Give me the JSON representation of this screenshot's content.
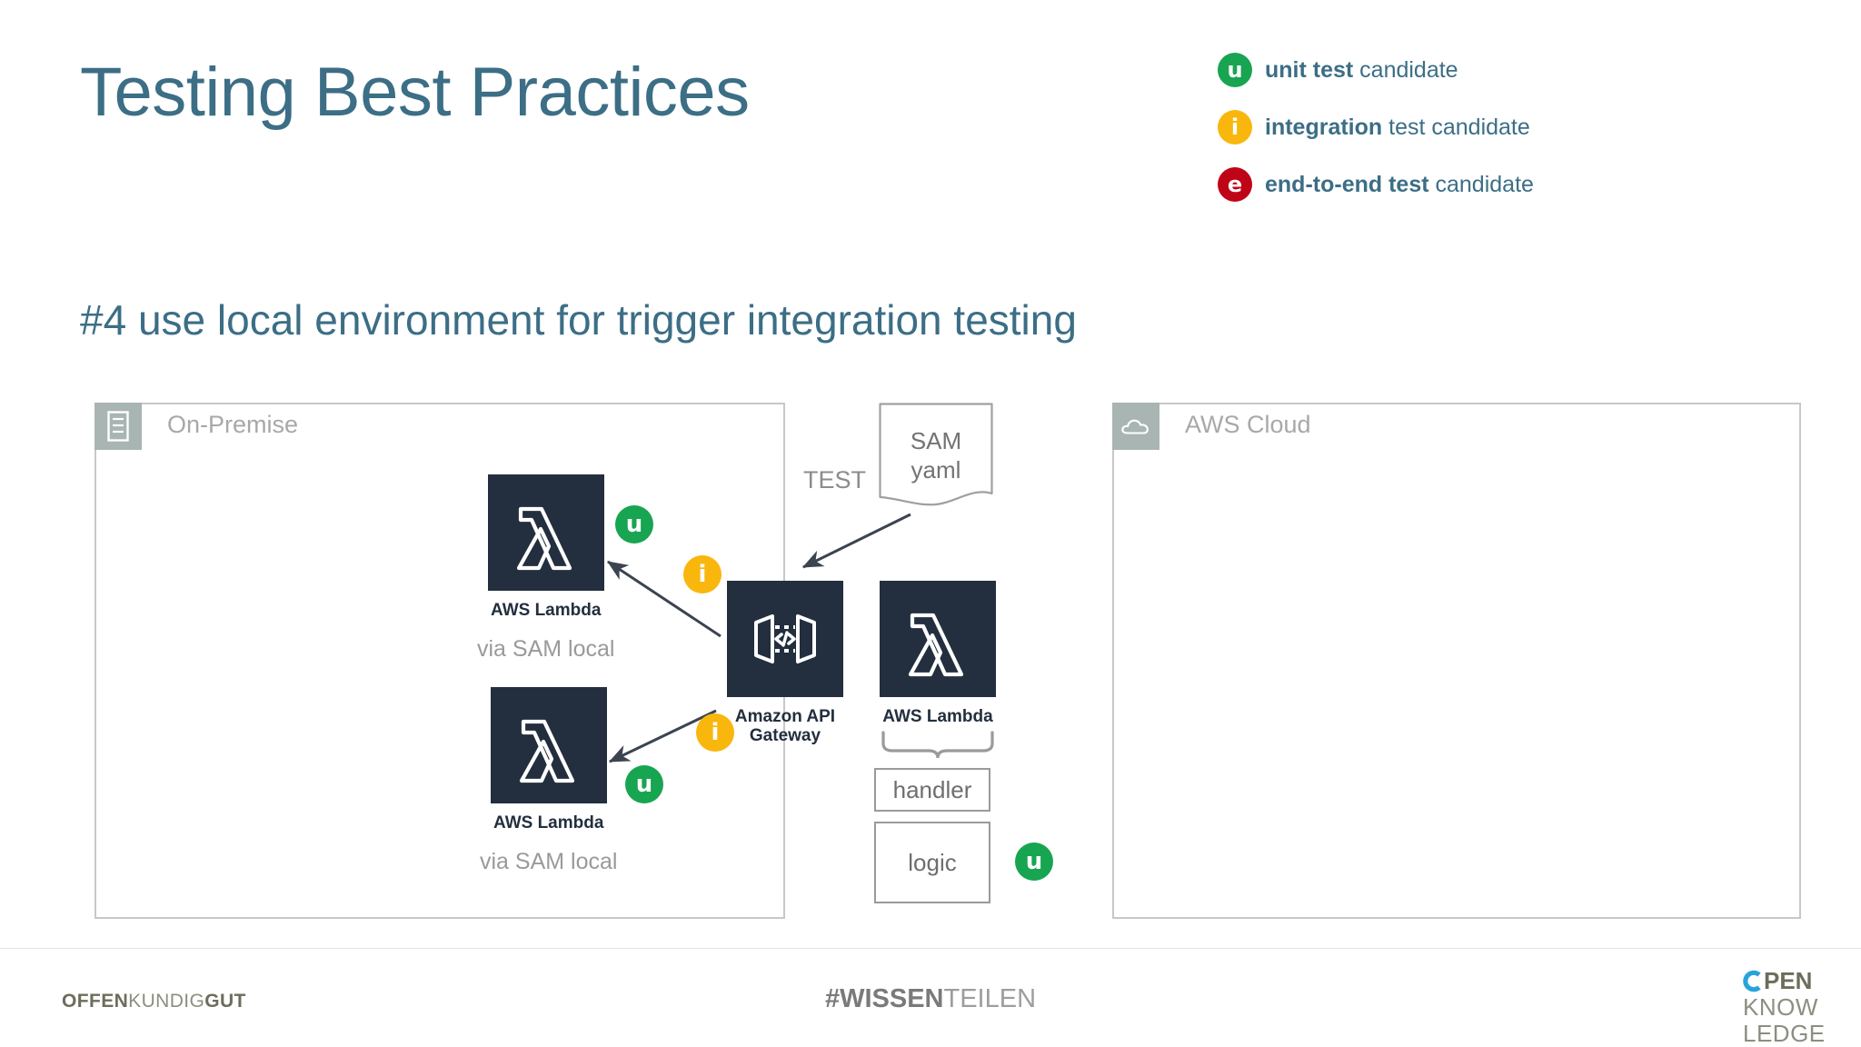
{
  "slide": {
    "title": "Testing Best Practices",
    "subtitle": "#4 use local environment for trigger integration testing"
  },
  "colors": {
    "title_teal": "#3c6e86",
    "unit_green": "#18a551",
    "integration_yellow": "#f9b70d",
    "e2e_red": "#c00418",
    "aws_navy": "#232f3e",
    "group_gray": "#a8b5b2",
    "border_gray": "#c8c8c8",
    "muted_text": "#9a9a9a"
  },
  "legend": {
    "items": [
      {
        "badge": "u",
        "badge_color": "#18a551",
        "strong": "unit test",
        "rest": " candidate",
        "icon": "unit-test-badge-icon"
      },
      {
        "badge": "i",
        "badge_color": "#f9b70d",
        "strong": "integration",
        "rest": " test candidate",
        "icon": "integration-test-badge-icon"
      },
      {
        "badge": "e",
        "badge_color": "#c00418",
        "strong": "end-to-end test",
        "rest": " candidate",
        "icon": "end-to-end-test-badge-icon"
      }
    ]
  },
  "diagram": {
    "groups": [
      {
        "id": "on-premise",
        "label": "On-Premise",
        "icon": "server-rack-icon"
      },
      {
        "id": "aws-cloud",
        "label": "AWS Cloud",
        "icon": "cloud-icon"
      }
    ],
    "nodes": [
      {
        "id": "lambda-1",
        "name": "AWS Lambda",
        "sub": "via SAM local",
        "icon": "aws-lambda-icon"
      },
      {
        "id": "lambda-2",
        "name": "AWS Lambda",
        "sub": "via SAM local",
        "icon": "aws-lambda-icon"
      },
      {
        "id": "api-gateway",
        "name": "Amazon API\nGateway",
        "sub": "",
        "icon": "amazon-api-gateway-icon"
      },
      {
        "id": "lambda-3",
        "name": "AWS Lambda",
        "sub": "",
        "icon": "aws-lambda-icon"
      }
    ],
    "document": {
      "id": "sam-yaml",
      "text": "SAM\nyaml",
      "icon": "document-icon"
    },
    "edge_labels": {
      "test": "TEST"
    },
    "code_boxes": [
      {
        "id": "handler",
        "label": "handler"
      },
      {
        "id": "logic",
        "label": "logic"
      }
    ],
    "badges": [
      {
        "id": "u1",
        "letter": "u",
        "color": "#18a551"
      },
      {
        "id": "i1",
        "letter": "i",
        "color": "#f9b70d"
      },
      {
        "id": "i2",
        "letter": "i",
        "color": "#f9b70d"
      },
      {
        "id": "u2",
        "letter": "u",
        "color": "#18a551"
      },
      {
        "id": "u3",
        "letter": "u",
        "color": "#18a551"
      }
    ]
  },
  "footer": {
    "left_bold_1": "OFFEN",
    "left_light": "KUNDIG",
    "left_bold_2": "GUT",
    "center_bold": "#WISSEN",
    "center_light": "TEILEN",
    "logo_line1": "PEN",
    "logo_line2": "KNOW",
    "logo_line3": "LEDGE"
  }
}
